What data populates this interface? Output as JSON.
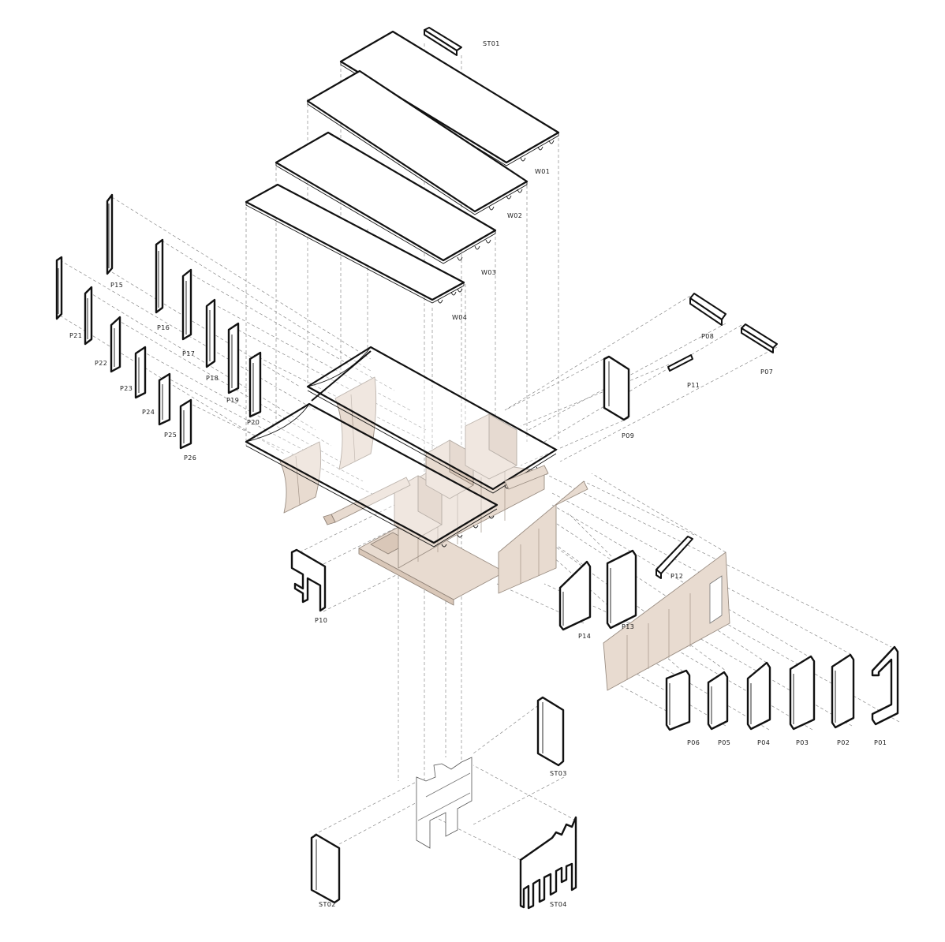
{
  "diagram": {
    "labels": {
      "st01": "ST01",
      "w01": "W01",
      "w02": "W02",
      "w03": "W03",
      "w04": "W04",
      "p01": "P01",
      "p02": "P02",
      "p03": "P03",
      "p04": "P04",
      "p05": "P05",
      "p06": "P06",
      "p07": "P07",
      "p08": "P08",
      "p09": "P09",
      "p10": "P10",
      "p11": "P11",
      "p12": "P12",
      "p13": "P13",
      "p14": "P14",
      "p15": "P15",
      "p16": "P16",
      "p17": "P17",
      "p18": "P18",
      "p19": "P19",
      "p20": "P20",
      "p21": "P21",
      "p22": "P22",
      "p23": "P23",
      "p24": "P24",
      "p25": "P25",
      "p26": "P26",
      "st02": "ST02",
      "st03": "ST03",
      "st04": "ST04"
    },
    "colors": {
      "line": "#111111",
      "projection": "#8a8a8a",
      "plywood": "#e8dbd0"
    }
  }
}
